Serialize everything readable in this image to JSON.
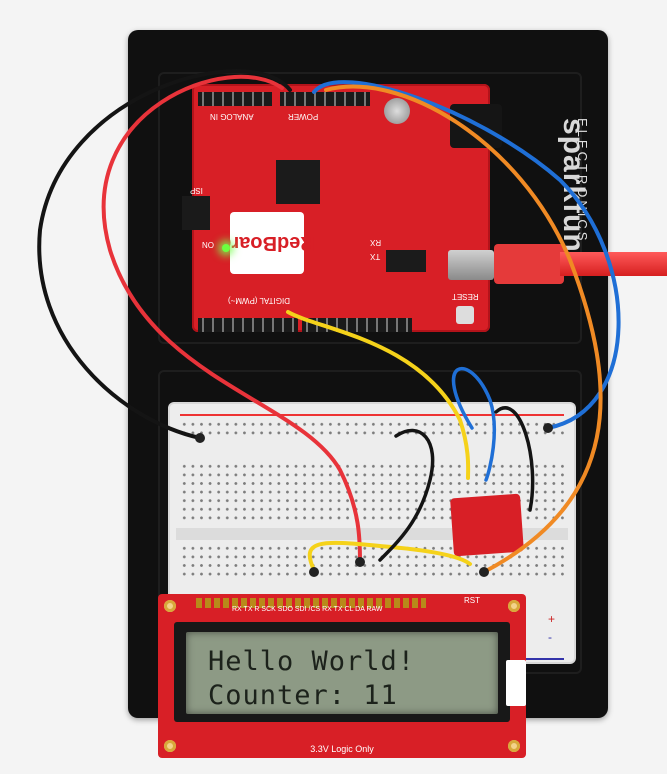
{
  "brand": {
    "name": "sparkfun",
    "subtitle": "ELECTRONICS"
  },
  "redboard": {
    "logo_text": "RedBoard",
    "silk_power": "POWER",
    "silk_analog": "ANALOG IN",
    "silk_digital": "DIGITAL (PWM~)",
    "silk_on": "ON",
    "silk_isp": "ISP",
    "silk_reset": "RESET",
    "silk_tx": "TX",
    "silk_rx": "RX"
  },
  "breadboard": {
    "rail_plus": "+",
    "rail_minus": "-"
  },
  "lcd": {
    "line1": "Hello World!",
    "line2": "Counter: 11",
    "pin_labels": "RX TX  R SCK SDO SDI /CS RX TX CL DA RAW",
    "rst_label": "RST",
    "caption": "3.3V Logic Only"
  },
  "colors": {
    "board_red": "#d81f26",
    "plate_black": "#101010",
    "lcd_screen": "#8d9a85",
    "wire_red": "#e8333a",
    "wire_black": "#141414",
    "wire_blue": "#1f6fd6",
    "wire_orange": "#f08a24",
    "wire_yellow": "#f5d21a"
  }
}
